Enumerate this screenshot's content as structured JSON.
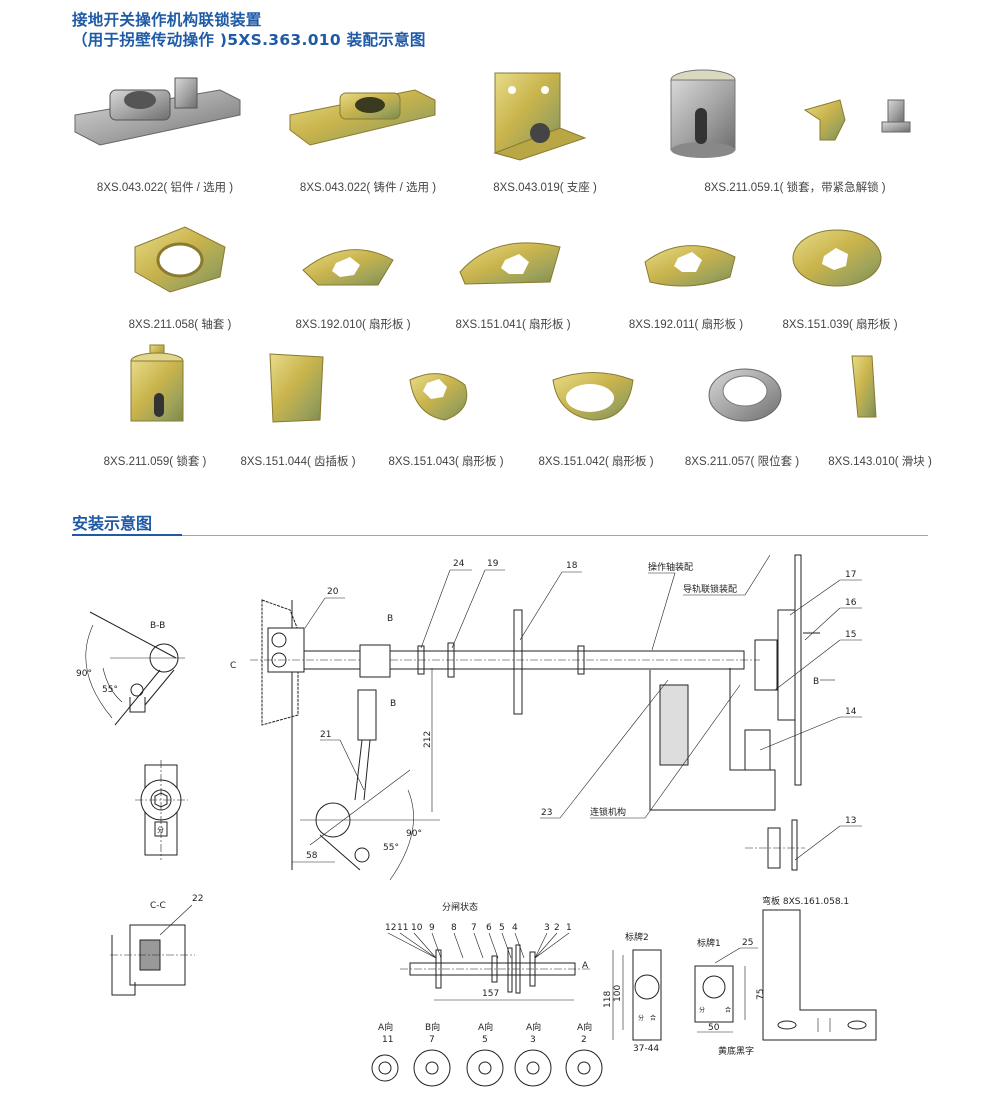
{
  "header": {
    "title_line1": "接地开关操作机构联锁装置",
    "title_line2": "（用于拐壁传动操作 )5XS.363.010 装配示意图"
  },
  "parts": {
    "row1": [
      "8XS.043.022( 铝件 / 选用 )",
      "8XS.043.022( 铸件 / 选用 )",
      "8XS.043.019( 支座 )",
      "8XS.211.059.1( 锁套，带紧急解锁 )"
    ],
    "row2": [
      "8XS.211.058( 轴套 )",
      "8XS.192.010( 扇形板 )",
      "8XS.151.041( 扇形板 )",
      "8XS.192.011( 扇形板 )",
      "8XS.151.039( 扇形板 )"
    ],
    "row3": [
      "8XS.211.059( 锁套 )",
      "8XS.151.044( 齿插板 )",
      "8XS.151.043( 扇形板 )",
      "8XS.151.042( 扇形板 )",
      "8XS.211.057( 限位套 )",
      "8XS.143.010( 滑块 )"
    ]
  },
  "section": {
    "title": "安装示意图"
  },
  "drawing": {
    "bb": "B-B",
    "deg90": "90°",
    "deg55": "55°",
    "cc": "C-C",
    "c": "C",
    "b": "B",
    "dim212": "212",
    "dim58": "58",
    "op_shaft": "操作轴装配",
    "rail_lock": "导轨联锁装配",
    "interlock": "连锁机构",
    "open_state": "分闸状态",
    "dim157": "157",
    "a": "A",
    "sign2": "标牌2",
    "sign1": "标牌1",
    "dim118": "118",
    "dim100": "100",
    "dim3744": "37-44",
    "dim75": "75",
    "dim50": "50",
    "yellow_black": "黄底黑字",
    "bent_plate": "弯板 8XS.161.058.1",
    "fen": "分",
    "he": "合",
    "callouts": [
      "24",
      "19",
      "18",
      "20",
      "21",
      "17",
      "16",
      "15",
      "14",
      "13",
      "23",
      "22",
      "25"
    ],
    "shaft_nums": [
      "12",
      "11",
      "10",
      "9",
      "8",
      "7",
      "6",
      "5",
      "4",
      "3",
      "2",
      "1"
    ],
    "views": [
      {
        "dir": "A向",
        "num": "11"
      },
      {
        "dir": "B向",
        "num": "7"
      },
      {
        "dir": "A向",
        "num": "5"
      },
      {
        "dir": "A向",
        "num": "3"
      },
      {
        "dir": "A向",
        "num": "2"
      }
    ]
  },
  "colors": {
    "accent": "#1f5aa6",
    "brass": "#cdb64e",
    "steel": "#a9a9a9"
  }
}
